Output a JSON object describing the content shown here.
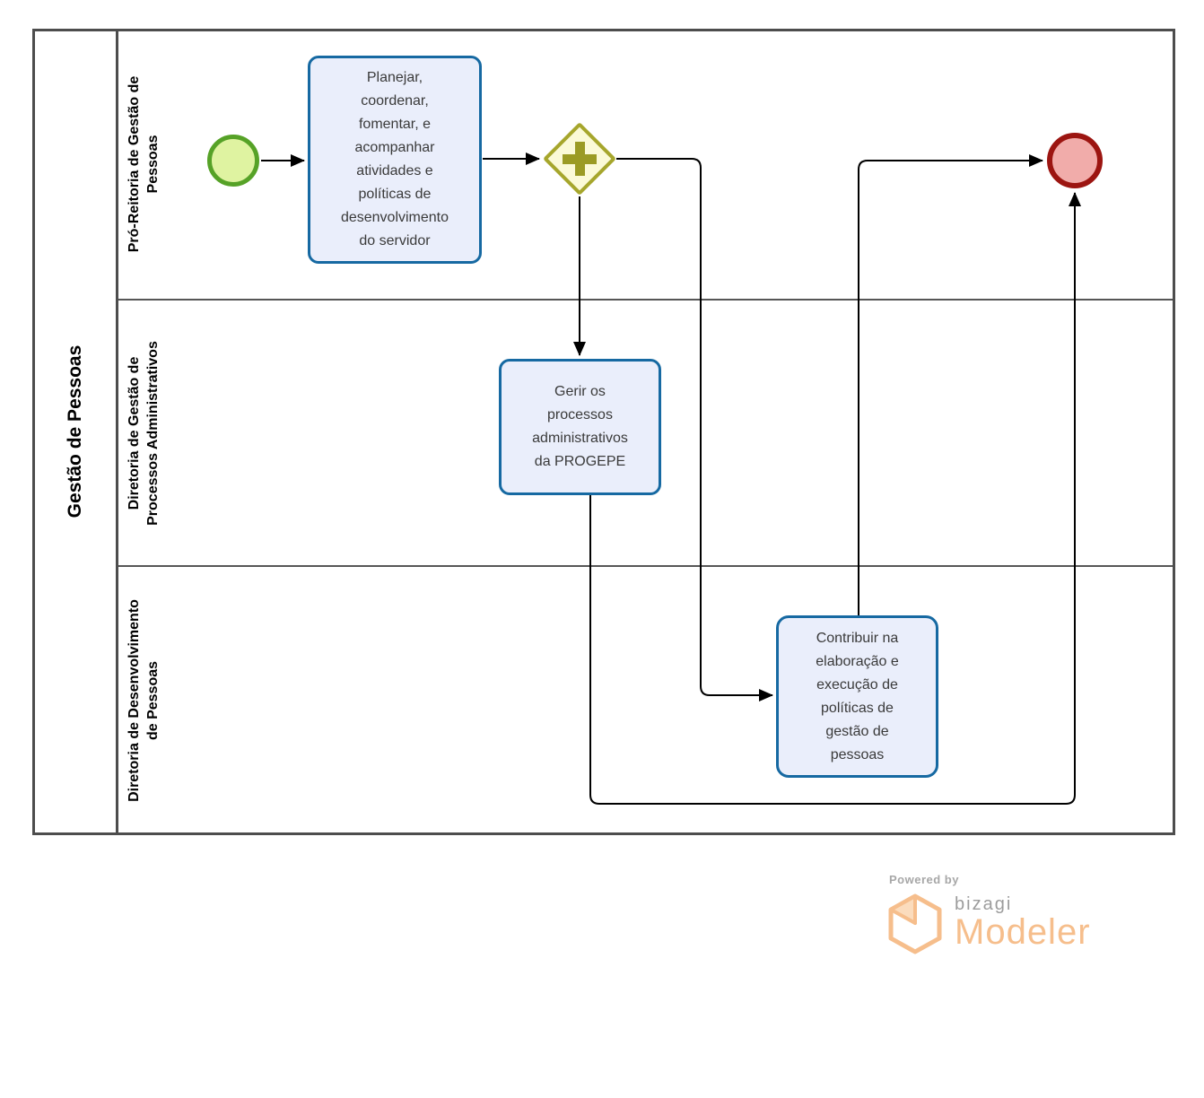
{
  "pool": {
    "title": "Gestão de Pessoas",
    "lanes": [
      {
        "label": "Pró-Reitoria de Gestão de\nPessoas"
      },
      {
        "label": "Diretoria de Gestão de\nProcessos Administrativos"
      },
      {
        "label": "Diretoria de Desenvolvimento\nde Pessoas"
      }
    ]
  },
  "nodes": {
    "start_event": {
      "type": "start-event"
    },
    "task_planejar": {
      "label": "Planejar,\ncoordenar,\nfomentar, e\nacompanhar\natividades e\npolíticas de\ndesenvolvimento\ndo servidor"
    },
    "gateway_parallel": {
      "type": "parallel-gateway",
      "icon": "plus-icon"
    },
    "task_gerir": {
      "label": "Gerir os\nprocessos\nadministrativos\nda PROGEPE"
    },
    "task_contribuir": {
      "label": "Contribuir na\nelaboração e\nexecução de\npolíticas de\ngestão de\npessoas"
    },
    "end_event": {
      "type": "end-event"
    }
  },
  "colors": {
    "task_fill": "#eaeefb",
    "task_border": "#1669a2",
    "start_fill": "#dff3a1",
    "start_border": "#56a227",
    "end_fill": "#f1acaa",
    "end_border": "#9c1511",
    "gateway_fill": "#fbfad7",
    "gateway_border": "#a6a62c",
    "flow_line": "#000000",
    "brand_orange": "#f6be8c"
  },
  "footer": {
    "powered_by": "Powered by",
    "brand": "bizagi",
    "product": "Modeler"
  }
}
